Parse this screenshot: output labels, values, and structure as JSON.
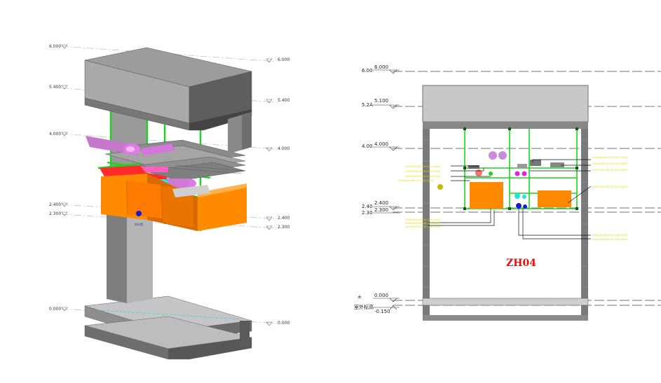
{
  "left_view": {
    "left_levels": [
      "6.000",
      "5.400",
      "4.000",
      "2.400",
      "2.300",
      "0.000"
    ],
    "right_levels": [
      "6.000",
      "5.400",
      "4.000",
      "2.400",
      "2.300",
      "0.000"
    ],
    "tag": "排水管"
  },
  "right_view": {
    "levels": [
      "6.00",
      "5.2A",
      "4.00",
      "2.40",
      "2.30"
    ],
    "level_values": [
      "6.000",
      "5.100",
      "4.000",
      "2.400",
      "2.300"
    ],
    "ground_label": "室外标高",
    "ground_value": "-0.150",
    "floor_value": "0.000",
    "floor_marker": "±",
    "room_label": "ZH04",
    "annotations_left": [
      "XXXXXXXXXX XX XXX XXXX",
      "XXXXXXXXXX XX XXX XXXX",
      "XXXXXXXXXX XX XXX XXXX",
      "XXXXXXXXXX XX XXX XXXX",
      "XXXXXXXXXX XX XXX XXXX",
      "XXXXXXXXXX XX XXX XXXX",
      "XXXXXXXXXX XX XXX XXXX"
    ],
    "annotations_right": [
      "XXXXXXXXXX XX XXX XXXX",
      "XXXXXXXXXX XX XXX XXXX",
      "XXXXXXXXXX XX XXX XXXX",
      "XXXXXXXXXX XX XXX XXXX",
      "XXXXXXXXXX XX XXX XXXX",
      "XXXXXXXXXX XX XXX XXXX"
    ]
  },
  "colors": {
    "concrete_top": "#9c9c9c",
    "concrete_side": "#5e5e5e",
    "concrete_front": "#b8b8b8",
    "support_green": "#1fd21f",
    "duct_orange": "#ff8a00",
    "duct_orange_dark": "#d86a00",
    "pipe_pink": "#e07ae6",
    "pipe_red": "#ff2a2a",
    "pipe_cyan": "#22e2e2",
    "pipe_blue": "#1a1acc",
    "annotation_yellow": "#dede00",
    "room_label_red": "#e01010"
  }
}
